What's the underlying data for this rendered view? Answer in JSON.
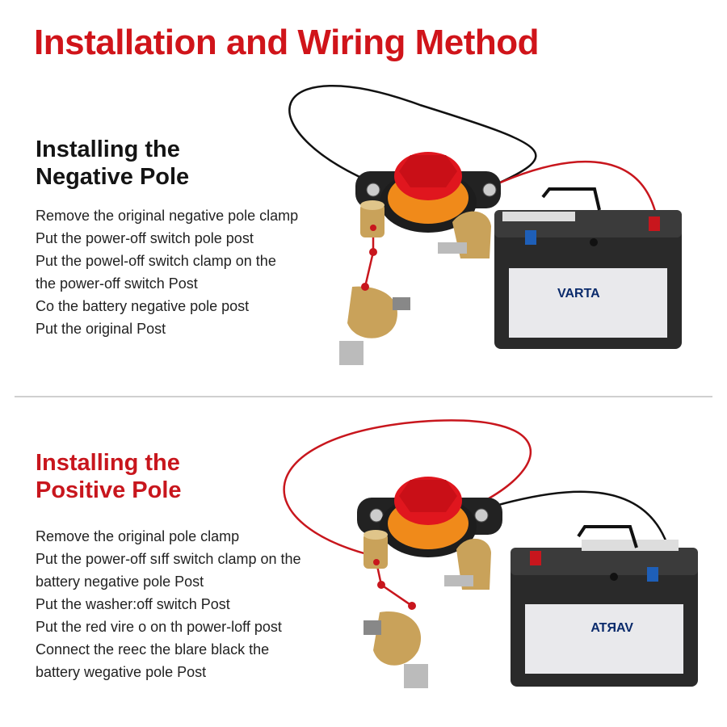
{
  "title": "Installation and Wiring Method",
  "sections": [
    {
      "heading_line1": "Installing the",
      "heading_line2": "Negative Pole",
      "steps": [
        "Remove the original negative pole clamp",
        "Put the power-off switch pole post",
        "Put the powel-off switch clamp on the",
        "the power-off switch Post",
        "Co the battery negative pole post",
        "Put the original Post"
      ],
      "battery_brand": "VARTA"
    },
    {
      "heading_line1": "Installing the",
      "heading_line2": "Positive Pole",
      "steps": [
        "Remove the original pole clamp",
        "Put the power-off sıff switch clamp on the",
        "battery negative pole Post",
        "Put the washer:off switch Post",
        "Put the red vire o on th power-loff post",
        "Connect the reec the blare black the",
        "battery wegative pole Post"
      ],
      "battery_brand": "VARTA"
    }
  ],
  "colors": {
    "title": "#d0141a",
    "heading_positive": "#c8161d",
    "wire_red": "#c8161d",
    "wire_black": "#111111",
    "knob_red": "#e0161e",
    "brass": "#c9a25a"
  }
}
